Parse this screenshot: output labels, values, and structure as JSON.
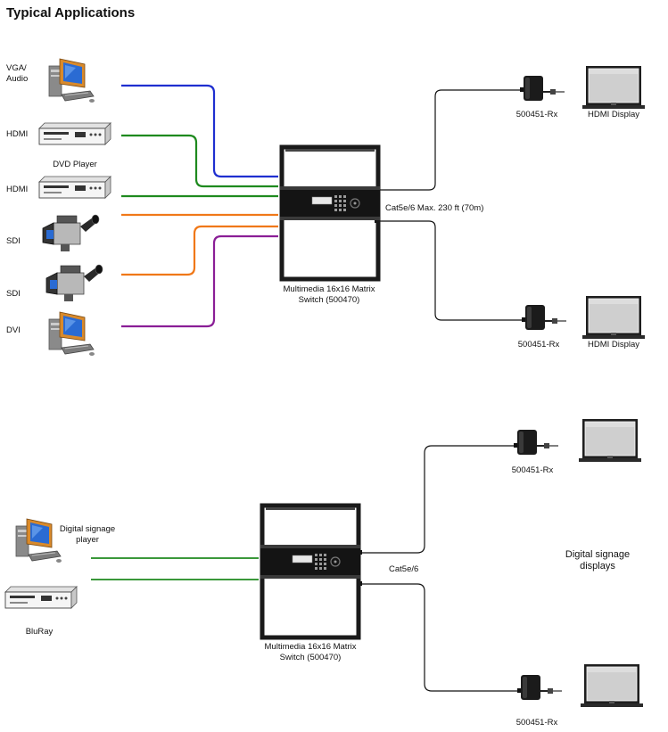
{
  "page": {
    "title": "Typical Applications"
  },
  "diagram1": {
    "sources": [
      {
        "label_lines": [
          "VGA/",
          "Audio"
        ],
        "icon": "computer-icon",
        "color": "#1f2fd0"
      },
      {
        "label_lines": [
          "HDMI"
        ],
        "icon": "dvd-player-icon",
        "color": "#1e8a1e",
        "sublabel": "DVD Player"
      },
      {
        "label_lines": [
          "HDMI"
        ],
        "icon": "dvd-player-icon",
        "color": "#1e8a1e"
      },
      {
        "label_lines": [
          "SDI"
        ],
        "icon": "camcorder-icon",
        "color": "#f07818"
      },
      {
        "label_lines": [
          "SDI"
        ],
        "icon": "camcorder-icon",
        "color": "#f07818"
      },
      {
        "label_lines": [
          "DVI"
        ],
        "icon": "computer-icon",
        "color": "#8a1e96"
      }
    ],
    "switch_label_lines": [
      "Multimedia 16x16 Matrix",
      "Switch (500470)"
    ],
    "cable_label": "Cat5e/6 Max. 230 ft (70m)",
    "receivers": [
      {
        "rx_label": "500451-Rx",
        "display_label": "HDMI Display"
      },
      {
        "rx_label": "500451-Rx",
        "display_label": "HDMI Display"
      }
    ]
  },
  "diagram2": {
    "sources": [
      {
        "label_lines": [
          "Digital signage",
          "player"
        ],
        "icon": "computer-icon",
        "color": "#1e8a1e"
      },
      {
        "label_lines": [
          "BluRay"
        ],
        "icon": "dvd-player-icon",
        "color": "#1e8a1e"
      }
    ],
    "switch_label_lines": [
      "Multimedia 16x16 Matrix",
      "Switch (500470)"
    ],
    "cable_label": "Cat5e/6",
    "displays_label_lines": [
      "Digital signage",
      "displays"
    ],
    "receivers": [
      {
        "rx_label": "500451-Rx"
      },
      {
        "rx_label": "500451-Rx"
      }
    ]
  }
}
